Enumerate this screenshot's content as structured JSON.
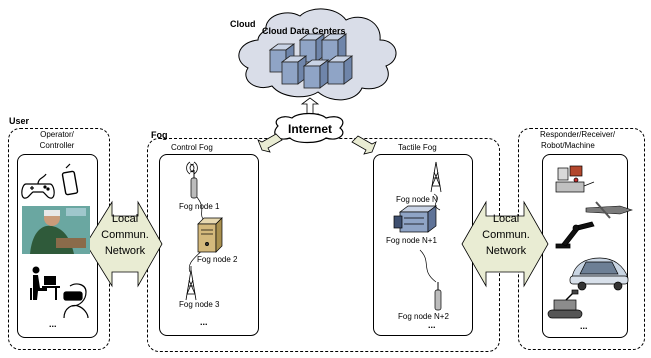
{
  "cloud": {
    "label": "Cloud",
    "datacenters_label": "Cloud Data Centers"
  },
  "internet": {
    "label": "Internet"
  },
  "user": {
    "label": "User",
    "panel_title": [
      "Operator/",
      "Controller"
    ],
    "ellipsis": "..."
  },
  "fog": {
    "label": "Fog",
    "control": {
      "title": "Control Fog",
      "nodes": [
        "Fog node 1",
        "Fog node 2",
        "Fog node 3"
      ],
      "ellipsis": "..."
    },
    "tactile": {
      "title": "Tactile Fog",
      "nodes": [
        "Fog node N",
        "Fog node N+1",
        "Fog node N+2"
      ],
      "ellipsis": "..."
    }
  },
  "local_network_left": [
    "Local",
    "Commun.",
    "Network"
  ],
  "local_network_right": [
    "Local",
    "Commun.",
    "Network"
  ],
  "responder": {
    "panel_title": [
      "Responder/Receiver/",
      "Robot/Machine"
    ],
    "ellipsis": "..."
  },
  "colors": {
    "arrow_fill": "#e9ecd3",
    "cloud_fill": "#d9dde8",
    "server_fill": "#8fa4c6",
    "internet_fill": "#ffffff"
  }
}
